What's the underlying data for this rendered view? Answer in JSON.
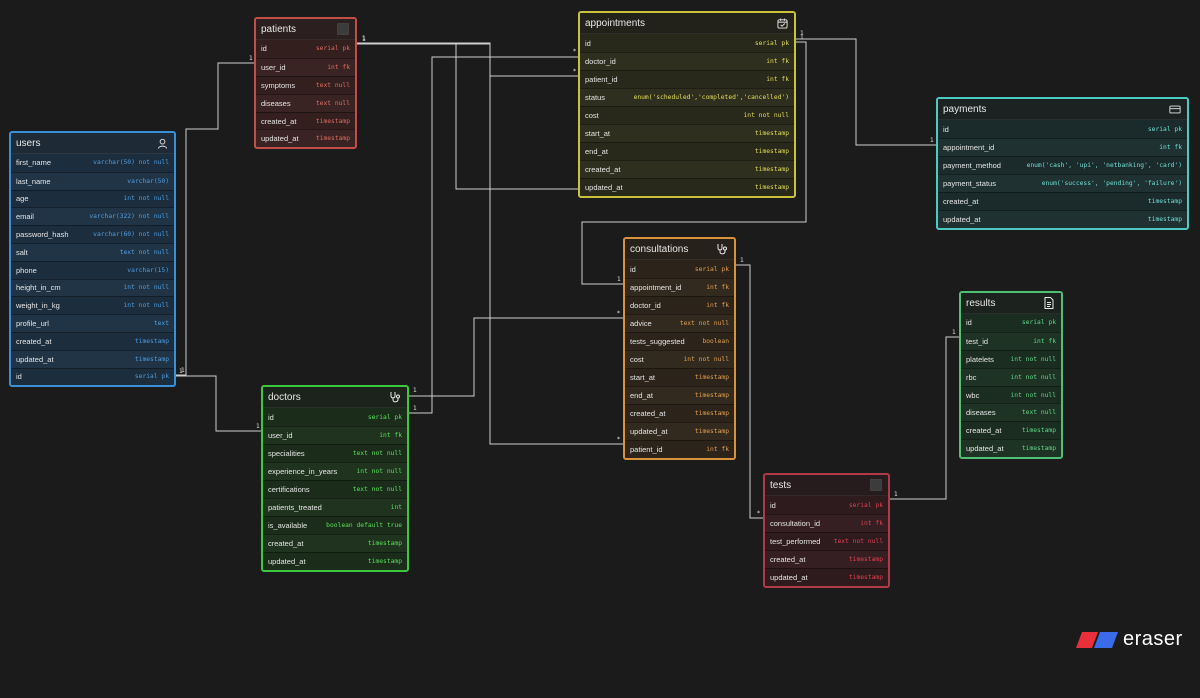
{
  "colors": {
    "background": "#1b1b1b",
    "connector": "#cfcfcf",
    "logo_red": "#e8303a",
    "logo_blue": "#3a6be8"
  },
  "brand": {
    "name": "eraser"
  },
  "tables": [
    {
      "id": "patients",
      "name": "patients",
      "icon": "square-icon",
      "border": "#c24f47",
      "header_bg": "#2b1f1f",
      "body_bg": "#3a2423",
      "type_color": "#e06a5f",
      "fields": [
        {
          "name": "id",
          "type": "serial pk"
        },
        {
          "name": "user_id",
          "type": "int fk"
        },
        {
          "name": "symptoms",
          "type": "text null"
        },
        {
          "name": "diseases",
          "type": "text null"
        },
        {
          "name": "created_at",
          "type": "timestamp"
        },
        {
          "name": "updated_at",
          "type": "timestamp"
        }
      ]
    },
    {
      "id": "appointments",
      "name": "appointments",
      "icon": "calendar-icon",
      "border": "#c9c23a",
      "header_bg": "#22221b",
      "body_bg": "#2f2f1f",
      "type_color": "#e4de58",
      "fields": [
        {
          "name": "id",
          "type": "serial pk"
        },
        {
          "name": "doctor_id",
          "type": "int fk"
        },
        {
          "name": "patient_id",
          "type": "int fk"
        },
        {
          "name": "status",
          "type": "enum('scheduled','completed','cancelled')"
        },
        {
          "name": "cost",
          "type": "int not null"
        },
        {
          "name": "start_at",
          "type": "timestamp"
        },
        {
          "name": "end_at",
          "type": "timestamp"
        },
        {
          "name": "created_at",
          "type": "timestamp"
        },
        {
          "name": "updated_at",
          "type": "timestamp"
        }
      ]
    },
    {
      "id": "payments",
      "name": "payments",
      "icon": "credit-card-icon",
      "border": "#4fc9c3",
      "header_bg": "#1c2222",
      "body_bg": "#1f3131",
      "type_color": "#6fe0d8",
      "fields": [
        {
          "name": "id",
          "type": "serial pk"
        },
        {
          "name": "appointment_id",
          "type": "int fk"
        },
        {
          "name": "payment_method",
          "type": "enum('cash', 'upi', 'netbanking', 'card')"
        },
        {
          "name": "payment_status",
          "type": "enum('success', 'pending', 'failure')"
        },
        {
          "name": "created_at",
          "type": "timestamp"
        },
        {
          "name": "updated_at",
          "type": "timestamp"
        }
      ]
    },
    {
      "id": "users",
      "name": "users",
      "icon": "user-icon",
      "border": "#3b8fd6",
      "header_bg": "#1e2a36",
      "body_bg": "#203446",
      "type_color": "#4f9de0",
      "fields": [
        {
          "name": "first_name",
          "type": "varchar(50) not null"
        },
        {
          "name": "last_name",
          "type": "varchar(50)"
        },
        {
          "name": "age",
          "type": "int not null"
        },
        {
          "name": "email",
          "type": "varchar(322) not null"
        },
        {
          "name": "password_hash",
          "type": "varchar(60) not null"
        },
        {
          "name": "salt",
          "type": "text not null"
        },
        {
          "name": "phone",
          "type": "varchar(15)"
        },
        {
          "name": "height_in_cm",
          "type": "int not null"
        },
        {
          "name": "weight_in_kg",
          "type": "int not null"
        },
        {
          "name": "profile_url",
          "type": "text"
        },
        {
          "name": "created_at",
          "type": "timestamp"
        },
        {
          "name": "updated_at",
          "type": "timestamp"
        },
        {
          "name": "id",
          "type": "serial pk"
        }
      ]
    },
    {
      "id": "consultations",
      "name": "consultations",
      "icon": "stethoscope-icon",
      "border": "#d7923a",
      "header_bg": "#26211b",
      "body_bg": "#332a1f",
      "type_color": "#e2a050",
      "fields": [
        {
          "name": "id",
          "type": "serial pk"
        },
        {
          "name": "appointment_id",
          "type": "int fk"
        },
        {
          "name": "doctor_id",
          "type": "int fk"
        },
        {
          "name": "advice",
          "type": "text not null"
        },
        {
          "name": "tests_suggested",
          "type": "boolean"
        },
        {
          "name": "cost",
          "type": "int not null"
        },
        {
          "name": "start_at",
          "type": "timestamp"
        },
        {
          "name": "end_at",
          "type": "timestamp"
        },
        {
          "name": "created_at",
          "type": "timestamp"
        },
        {
          "name": "updated_at",
          "type": "timestamp"
        },
        {
          "name": "patient_id",
          "type": "int fk"
        }
      ]
    },
    {
      "id": "results",
      "name": "results",
      "icon": "document-icon",
      "border": "#4fc073",
      "header_bg": "#1c221e",
      "body_bg": "#1f3325",
      "type_color": "#5fd888",
      "fields": [
        {
          "name": "id",
          "type": "serial pk"
        },
        {
          "name": "test_id",
          "type": "int fk"
        },
        {
          "name": "platelets",
          "type": "int not null"
        },
        {
          "name": "rbc",
          "type": "int not null"
        },
        {
          "name": "wbc",
          "type": "int not null"
        },
        {
          "name": "diseases",
          "type": "text null"
        },
        {
          "name": "created_at",
          "type": "timestamp"
        },
        {
          "name": "updated_at",
          "type": "timestamp"
        }
      ]
    },
    {
      "id": "doctors",
      "name": "doctors",
      "icon": "stethoscope-icon",
      "border": "#3cc83c",
      "header_bg": "#1c231c",
      "body_bg": "#1f331f",
      "type_color": "#58e058",
      "fields": [
        {
          "name": "id",
          "type": "serial pk"
        },
        {
          "name": "user_id",
          "type": "int fk"
        },
        {
          "name": "specialities",
          "type": "text not null"
        },
        {
          "name": "experience_in_years",
          "type": "int not null"
        },
        {
          "name": "certifications",
          "type": "text not null"
        },
        {
          "name": "patients_treated",
          "type": "int"
        },
        {
          "name": "is_available",
          "type": "boolean default true"
        },
        {
          "name": "created_at",
          "type": "timestamp"
        },
        {
          "name": "updated_at",
          "type": "timestamp"
        }
      ]
    },
    {
      "id": "tests",
      "name": "tests",
      "icon": "square-icon",
      "border": "#b03a45",
      "header_bg": "#261b1d",
      "body_bg": "#351f23",
      "type_color": "#e0404e",
      "fields": [
        {
          "name": "id",
          "type": "serial pk"
        },
        {
          "name": "consultation_id",
          "type": "int fk"
        },
        {
          "name": "test_performed",
          "type": "text not null"
        },
        {
          "name": "created_at",
          "type": "timestamp"
        },
        {
          "name": "updated_at",
          "type": "timestamp"
        }
      ]
    }
  ],
  "relations": [
    {
      "from": "patients.user_id",
      "to": "users.id",
      "from_card": "1",
      "to_card": "1"
    },
    {
      "from": "doctors.user_id",
      "to": "users.id",
      "from_card": "1",
      "to_card": "1"
    },
    {
      "from": "appointments.patient_id",
      "to": "patients.id",
      "from_card": "*",
      "to_card": "1"
    },
    {
      "from": "appointments.doctor_id",
      "to": "doctors.id",
      "from_card": "*",
      "to_card": "1"
    },
    {
      "from": "payments.appointment_id",
      "to": "appointments.id",
      "from_card": "1",
      "to_card": "1"
    },
    {
      "from": "consultations.appointment_id",
      "to": "appointments.id",
      "from_card": "1",
      "to_card": "1"
    },
    {
      "from": "consultations.doctor_id",
      "to": "doctors.id",
      "from_card": "*",
      "to_card": "1"
    },
    {
      "from": "consultations.patient_id",
      "to": "patients.id",
      "from_card": "*",
      "to_card": "1"
    },
    {
      "from": "tests.consultation_id",
      "to": "consultations.id",
      "from_card": "*",
      "to_card": "1"
    },
    {
      "from": "results.test_id",
      "to": "tests.id",
      "from_card": "1",
      "to_card": "1"
    }
  ]
}
